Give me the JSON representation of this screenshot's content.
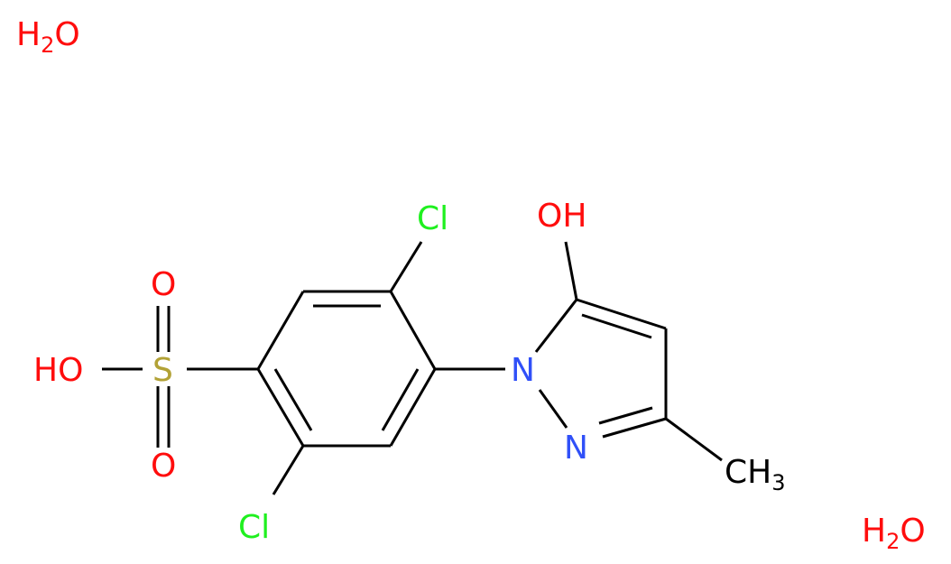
{
  "colors": {
    "bond": "#000000",
    "oxygen": "#ff0d0d",
    "nitrogen": "#3050f8",
    "chlorine": "#1ff01f",
    "sulfur": "#b2a236",
    "carbon": "#000000"
  },
  "labels": {
    "water_top": {
      "main": "H",
      "sub": "2",
      "tail": "O"
    },
    "water_bottom": {
      "main": "H",
      "sub": "2",
      "tail": "O"
    },
    "cl_top": "Cl",
    "cl_bottom": "Cl",
    "oh_pyrazole": "OH",
    "n1": "N",
    "n2": "N",
    "methyl": {
      "main": "CH",
      "sub": "3"
    },
    "sulfur": "S",
    "o_top": "O",
    "o_bottom": "O",
    "sulfonic_oh": "HO"
  }
}
